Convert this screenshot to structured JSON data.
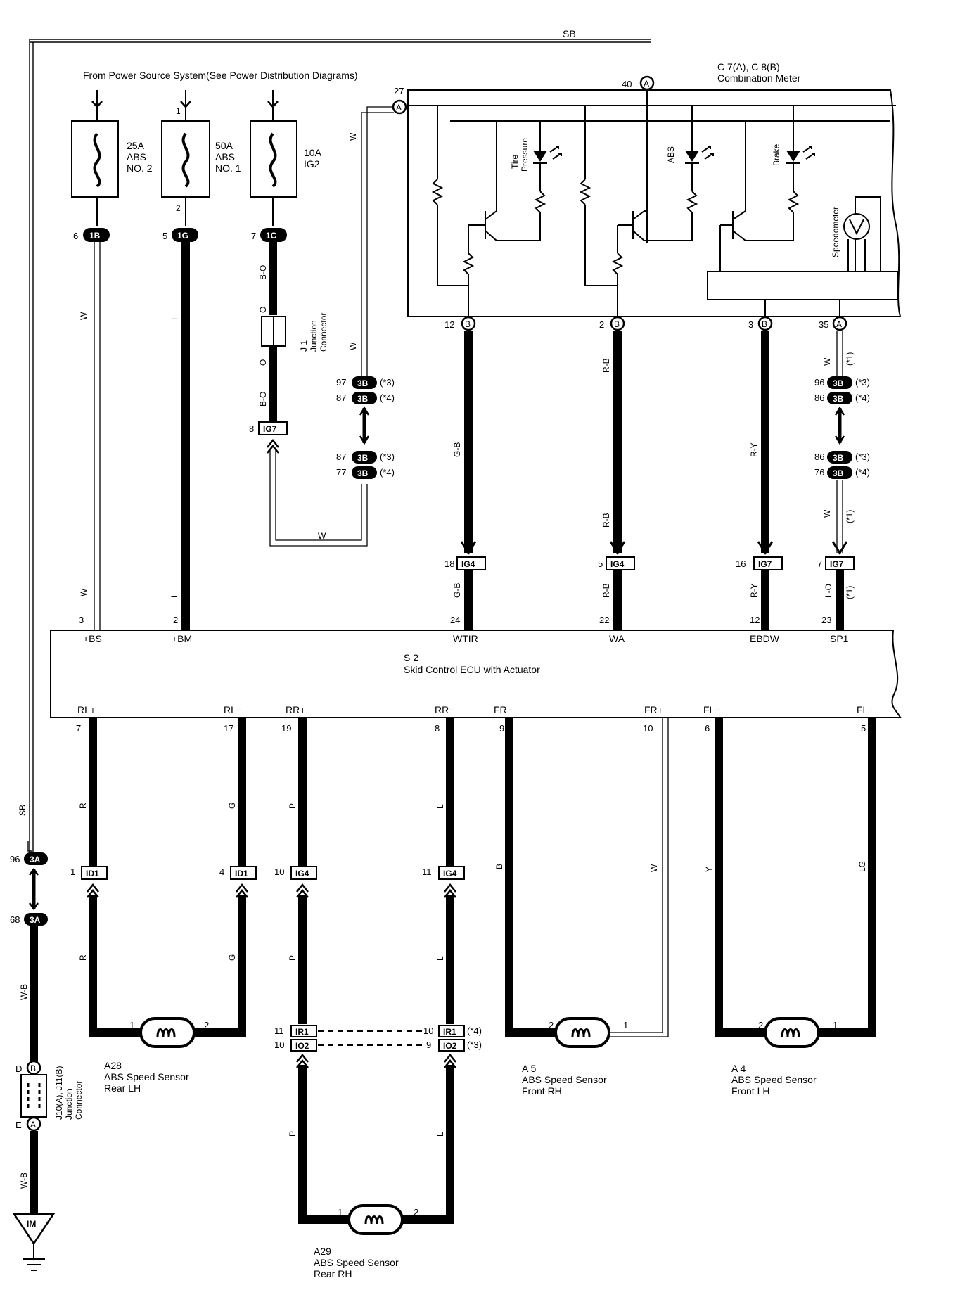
{
  "header": {
    "power_source": "From Power Source System(See Power Distribution Diagrams)",
    "sb_top": "SB"
  },
  "meter": {
    "title_line1": "C 7(A), C 8(B)",
    "title_line2": "Combination Meter",
    "lamp_tire1": "Tire",
    "lamp_tire2": "Pressure",
    "lamp_abs": "ABS",
    "lamp_brake": "Brake",
    "speedometer": "Speedometer",
    "pin_27": "27",
    "pin_40": "40",
    "pin_12": "12",
    "pin_2": "2",
    "pin_3": "3",
    "pin_35": "35",
    "conn_a": "A",
    "conn_b": "B"
  },
  "fuses": [
    {
      "amp": "25A",
      "l1": "ABS",
      "l2": "NO. 2",
      "pin": "6",
      "conn": "1B",
      "wire": "W"
    },
    {
      "amp": "50A",
      "l1": "ABS",
      "l2": "NO. 1",
      "pin": "5",
      "conn": "1G",
      "wire": "L",
      "in_pin": "1",
      "out_pin": "2"
    },
    {
      "amp": "10A",
      "l1": "IG2",
      "l2": "",
      "pin": "7",
      "conn": "1C",
      "wire": "B-O"
    }
  ],
  "junction_j1": {
    "l1": "J 1",
    "l2": "Junction",
    "l3": "Connector",
    "wire_top": "B-O",
    "wire_bot": "B-O",
    "o1": "O",
    "o2": "O"
  },
  "ig7_left": {
    "pin": "8",
    "conn": "IG7"
  },
  "w_label": "W",
  "mid_connectors": {
    "top": [
      {
        "pin": "97",
        "conn": "3B",
        "note": "(*3)"
      },
      {
        "pin": "87",
        "conn": "3B",
        "note": "(*4)"
      }
    ],
    "bot": [
      {
        "pin": "87",
        "conn": "3B",
        "note": "(*3)"
      },
      {
        "pin": "77",
        "conn": "3B",
        "note": "(*4)"
      }
    ]
  },
  "sp_connectors": {
    "top": [
      {
        "pin": "96",
        "conn": "3B",
        "note": "(*3)"
      },
      {
        "pin": "86",
        "conn": "3B",
        "note": "(*4)"
      }
    ],
    "bot": [
      {
        "pin": "86",
        "conn": "3B",
        "note": "(*3)"
      },
      {
        "pin": "76",
        "conn": "3B",
        "note": "(*4)"
      }
    ],
    "note1": "(*1)"
  },
  "signal_wires": [
    {
      "w1": "G-B",
      "w2": "G-B",
      "conn_pin": "18",
      "conn": "IG4",
      "ecu_pin": "24",
      "ecu_term": "WTIR"
    },
    {
      "w1": "R-B",
      "w2": "R-B",
      "w3": "R-B",
      "conn_pin": "5",
      "conn": "IG4",
      "ecu_pin": "22",
      "ecu_term": "WA"
    },
    {
      "w1": "R-Y",
      "w2": "R-Y",
      "conn_pin": "16",
      "conn": "IG7",
      "ecu_pin": "12",
      "ecu_term": "EBDW"
    },
    {
      "w1": "W",
      "w2": "W",
      "w3": "L-O",
      "conn_pin": "7",
      "conn": "IG7",
      "ecu_pin": "23",
      "ecu_term": "SP1"
    }
  ],
  "ecu": {
    "id": "S 2",
    "name": "Skid Control ECU with Actuator",
    "pin_bs": "3",
    "term_bs": "+BS",
    "pin_bm": "2",
    "term_bm": "+BM",
    "bottom_terms": [
      "RL+",
      "RL−",
      "RR+",
      "RR−",
      "FR−",
      "FR+",
      "FL−",
      "FL+"
    ],
    "bottom_pins": [
      "7",
      "17",
      "19",
      "8",
      "9",
      "10",
      "6",
      "5"
    ]
  },
  "sensor_wires": {
    "rl_plus": "R",
    "rl_minus": "G",
    "rr_plus": "P",
    "rr_minus": "L",
    "fr_minus": "B",
    "fr_plus": "W",
    "fl_minus": "Y",
    "fl_plus": "LG"
  },
  "sensor_conns": [
    {
      "pin": "1",
      "conn": "ID1"
    },
    {
      "pin": "4",
      "conn": "ID1"
    },
    {
      "pin": "10",
      "conn": "IG4"
    },
    {
      "pin": "11",
      "conn": "IG4"
    }
  ],
  "ir_conns": {
    "left": [
      {
        "pin": "11",
        "conn": "IR1"
      },
      {
        "pin": "10",
        "conn": "IO2"
      }
    ],
    "right": [
      {
        "pin": "10",
        "conn": "IR1",
        "note": "(*4)"
      },
      {
        "pin": "9",
        "conn": "IO2",
        "note": "(*3)"
      }
    ]
  },
  "sensors": [
    {
      "id": "A28",
      "l1": "ABS Speed Sensor",
      "l2": "Rear LH",
      "p1": "1",
      "p2": "2"
    },
    {
      "id": "A29",
      "l1": "ABS Speed Sensor",
      "l2": "Rear RH",
      "p1": "1",
      "p2": "2"
    },
    {
      "id": "A 5",
      "l1": "ABS Speed Sensor",
      "l2": "Front RH",
      "p1": "2",
      "p2": "1"
    },
    {
      "id": "A 4",
      "l1": "ABS Speed Sensor",
      "l2": "Front LH",
      "p1": "2",
      "p2": "1"
    }
  ],
  "ground_side": {
    "sb": "SB",
    "c96_pin": "96",
    "c96": "3A",
    "c68_pin": "68",
    "c68": "3A",
    "wb1": "W-B",
    "wb2": "W-B",
    "jd": "D",
    "jb": "B",
    "je": "E",
    "ja": "A",
    "j_l1": "J10(A), J11(B)",
    "j_l2": "Junction",
    "j_l3": "Connector",
    "ground": "IM"
  }
}
